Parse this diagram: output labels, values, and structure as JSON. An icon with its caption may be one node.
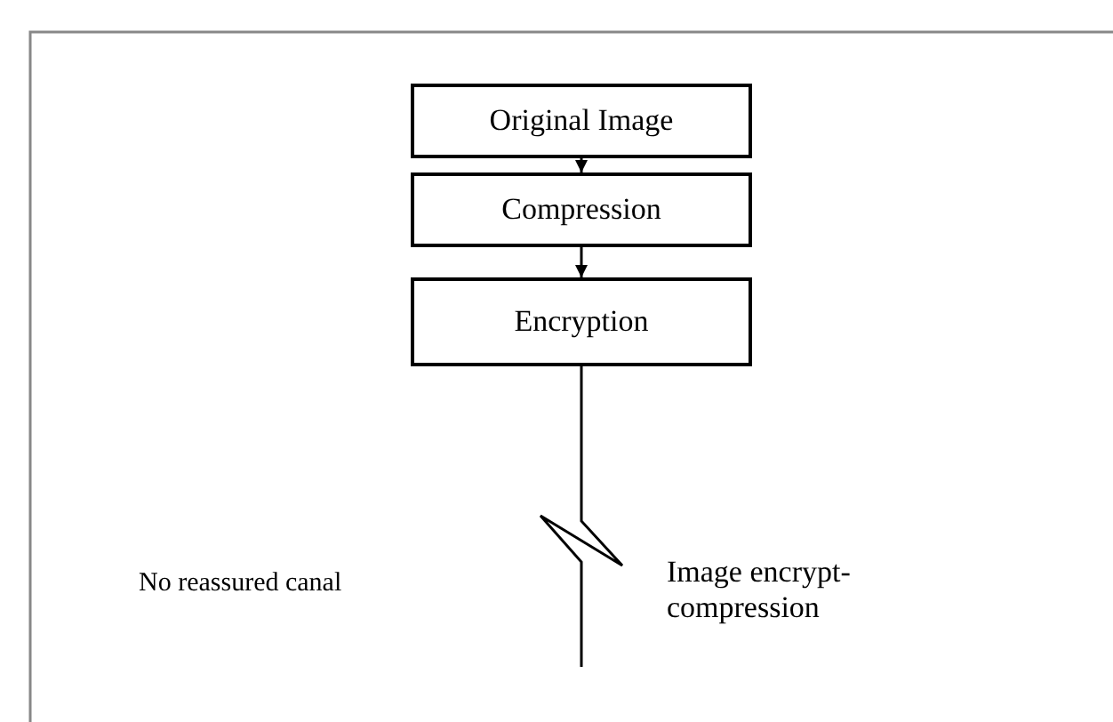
{
  "diagram": {
    "nodes": [
      {
        "text": [
          "Original Image"
        ]
      },
      {
        "text": [
          "Compression"
        ]
      },
      {
        "text": [
          "Encryption"
        ]
      }
    ],
    "edges": [
      {
        "from": 0,
        "to": 1,
        "arrow": "to"
      },
      {
        "from": 1,
        "to": 2,
        "arrow": "to"
      },
      {
        "from": 2,
        "to": null,
        "arrow": "none"
      }
    ],
    "labels": [
      "No reassured canal",
      "Image encrypt- compression"
    ]
  }
}
